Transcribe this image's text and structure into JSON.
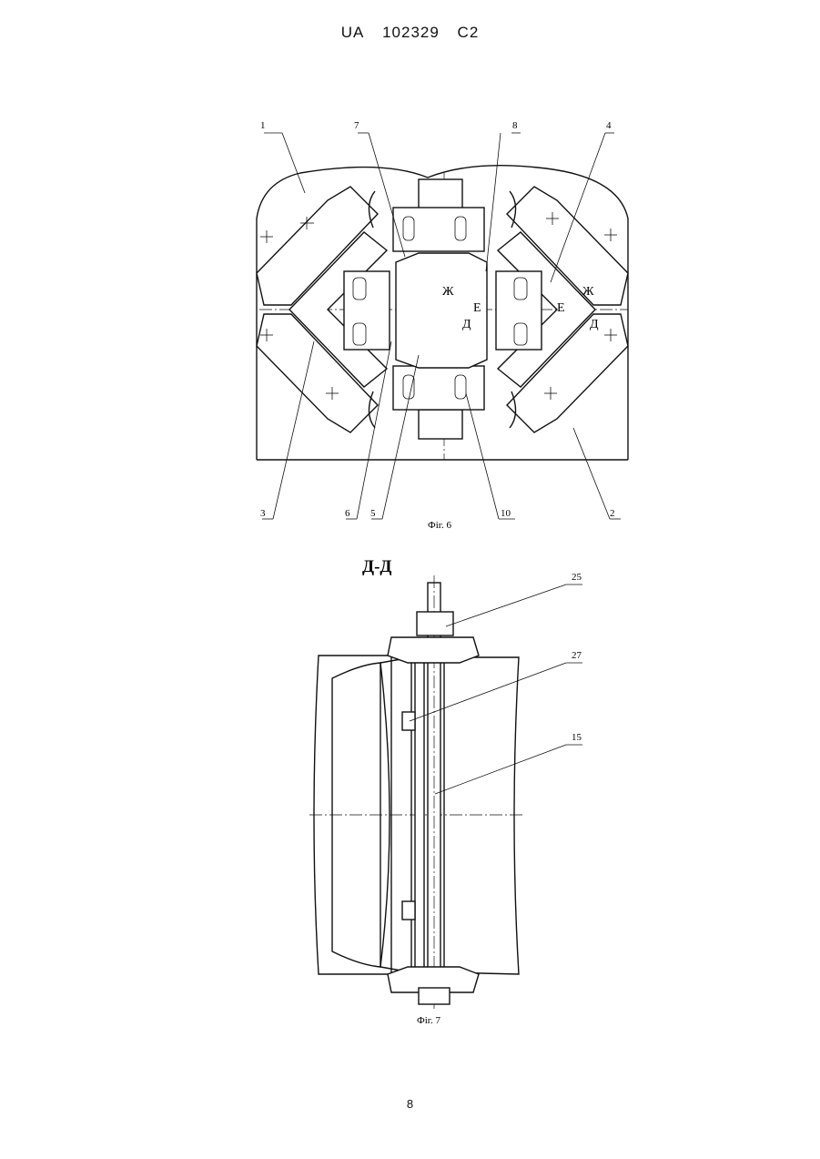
{
  "header": {
    "country": "UA",
    "number": "102329",
    "kind": "C2"
  },
  "figure6": {
    "caption": "Фіг. 6",
    "callouts": [
      "1",
      "7",
      "8",
      "4",
      "3",
      "6",
      "5",
      "10",
      "2"
    ],
    "section_marks": [
      "Ж",
      "Е",
      "Д",
      "Е",
      "Ж",
      "Д"
    ]
  },
  "figure7": {
    "section_title": "Д-Д",
    "caption": "Фіг. 7",
    "callouts": [
      "25",
      "27",
      "15"
    ]
  },
  "page_number": "8"
}
